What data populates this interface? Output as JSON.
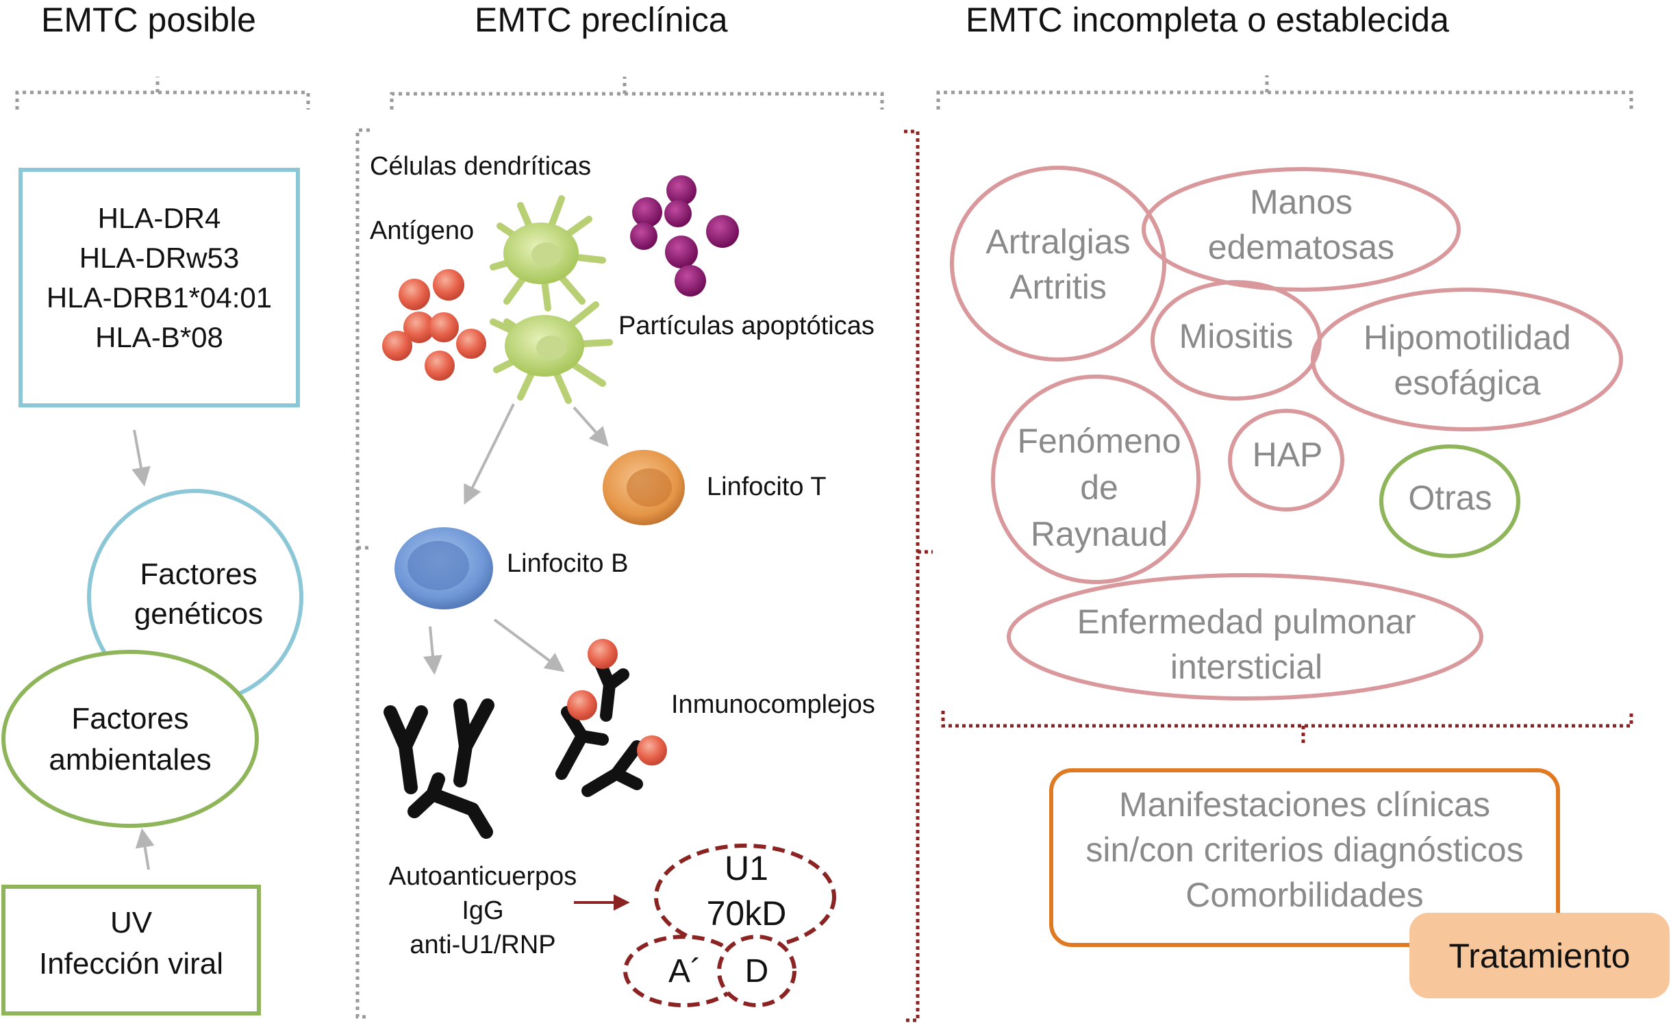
{
  "headers": {
    "possible": "EMTC posible",
    "preclinical": "EMTC preclínica",
    "established": "EMTC incompleta o establecida"
  },
  "possible": {
    "hla_lines": [
      "HLA-DR4",
      "HLA-DRw53",
      "HLA-DRB1*04:01",
      "HLA-B*08"
    ],
    "genetic": [
      "Factores",
      "genéticos"
    ],
    "environmental": [
      "Factores",
      "ambientales"
    ],
    "triggers": [
      "UV",
      "Infección viral"
    ]
  },
  "preclinical": {
    "dendritic": "Células dendríticas",
    "antigen": "Antígeno",
    "apoptotic": "Partículas apoptóticas",
    "t_cell": "Linfocito T",
    "b_cell": "Linfocito B",
    "immune_complexes": "Inmunocomplejos",
    "autoantibodies": [
      "Autoanticuerpos",
      "IgG",
      "anti-U1/RNP"
    ],
    "u1": [
      "U1",
      "70kD"
    ],
    "a_prime": "A´",
    "d": "D"
  },
  "established": {
    "arthralgia": [
      "Artralgias",
      "Artritis"
    ],
    "hands": [
      "Manos",
      "edematosas"
    ],
    "myositis": "Miositis",
    "esophageal": [
      "Hipomotilidad",
      "esofágica"
    ],
    "raynaud": [
      "Fenómeno",
      "de",
      "Raynaud"
    ],
    "hap": "HAP",
    "others": "Otras",
    "ild": [
      "Enfermedad pulmonar",
      "intersticial"
    ],
    "manifestations": [
      "Manifestaciones clínicas",
      "sin/con criterios diagnósticos",
      "Comorbilidades"
    ],
    "treatment": "Tratamiento"
  },
  "colors": {
    "blue": "#8cc7d8",
    "green": "#8fb55a",
    "pink": "#d9999c",
    "orange": "#e07a22",
    "peach": "#f7c69a",
    "dark_red": "#8b2323",
    "grey_bracket": "#9a9a9a",
    "arrow": "#b5b5b5"
  }
}
